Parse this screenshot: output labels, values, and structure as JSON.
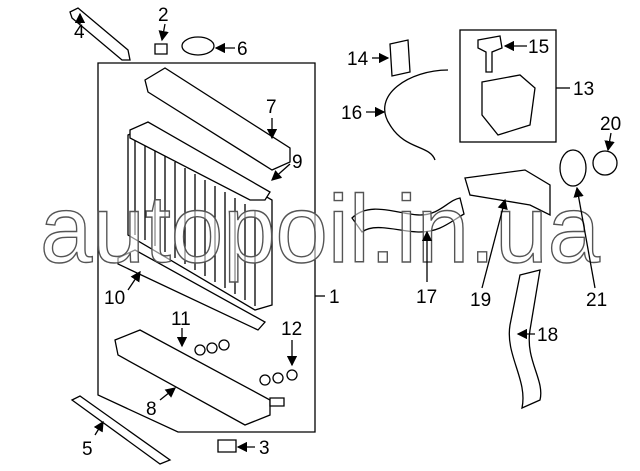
{
  "diagram": {
    "callouts": [
      "1",
      "2",
      "3",
      "4",
      "5",
      "6",
      "7",
      "8",
      "9",
      "10",
      "11",
      "12",
      "13",
      "14",
      "15",
      "16",
      "17",
      "18",
      "19",
      "20",
      "21"
    ],
    "watermark": "autopoil.in.ua"
  }
}
